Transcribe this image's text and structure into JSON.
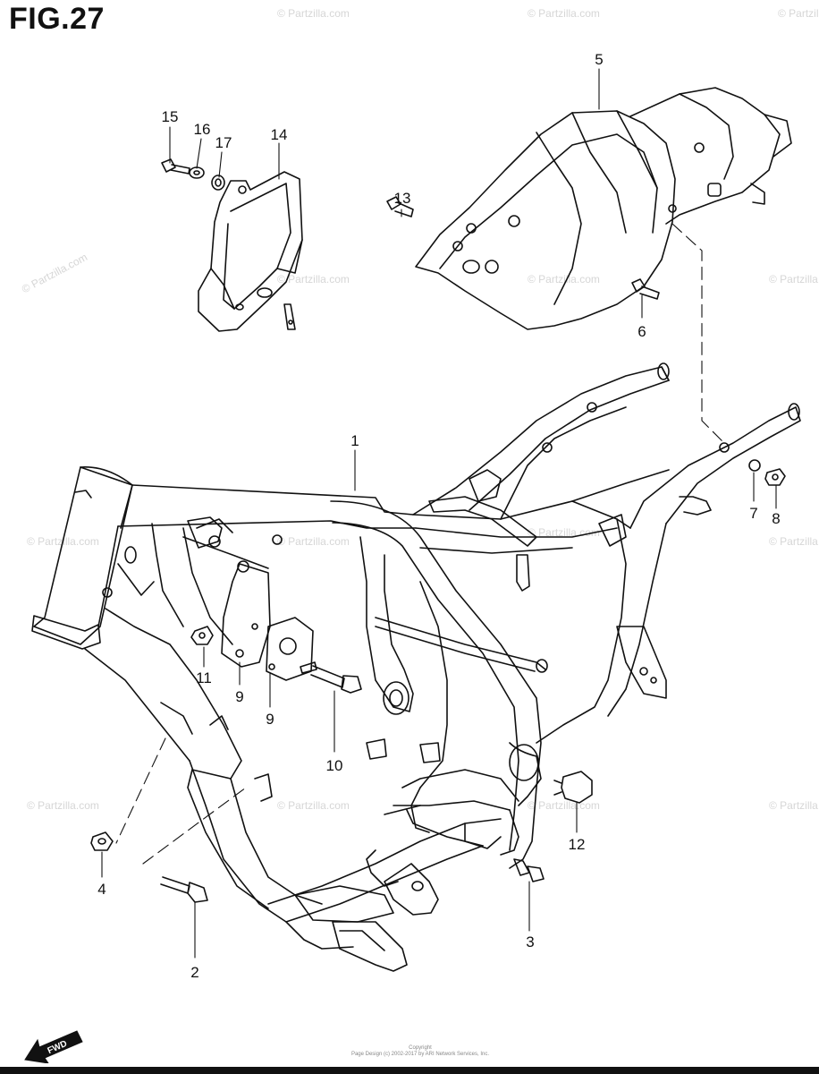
{
  "figure": {
    "title": "FIG.27",
    "callouts": [
      {
        "id": "1",
        "label": "1"
      },
      {
        "id": "2",
        "label": "2"
      },
      {
        "id": "3",
        "label": "3"
      },
      {
        "id": "4",
        "label": "4"
      },
      {
        "id": "5",
        "label": "5"
      },
      {
        "id": "6",
        "label": "6"
      },
      {
        "id": "7",
        "label": "7"
      },
      {
        "id": "8",
        "label": "8"
      },
      {
        "id": "9a",
        "label": "9"
      },
      {
        "id": "9b",
        "label": "9"
      },
      {
        "id": "10",
        "label": "10"
      },
      {
        "id": "11",
        "label": "11"
      },
      {
        "id": "12",
        "label": "12"
      },
      {
        "id": "13",
        "label": "13"
      },
      {
        "id": "14",
        "label": "14"
      },
      {
        "id": "15",
        "label": "15"
      },
      {
        "id": "16",
        "label": "16"
      },
      {
        "id": "17",
        "label": "17"
      }
    ]
  },
  "watermark": {
    "text": "© Partzilla.com"
  },
  "fwd": {
    "label": "FWD"
  },
  "footer": {
    "line1": "Copyright",
    "line2": "Page Design (c) 2002-2017 by ARI Network Services, Inc."
  }
}
